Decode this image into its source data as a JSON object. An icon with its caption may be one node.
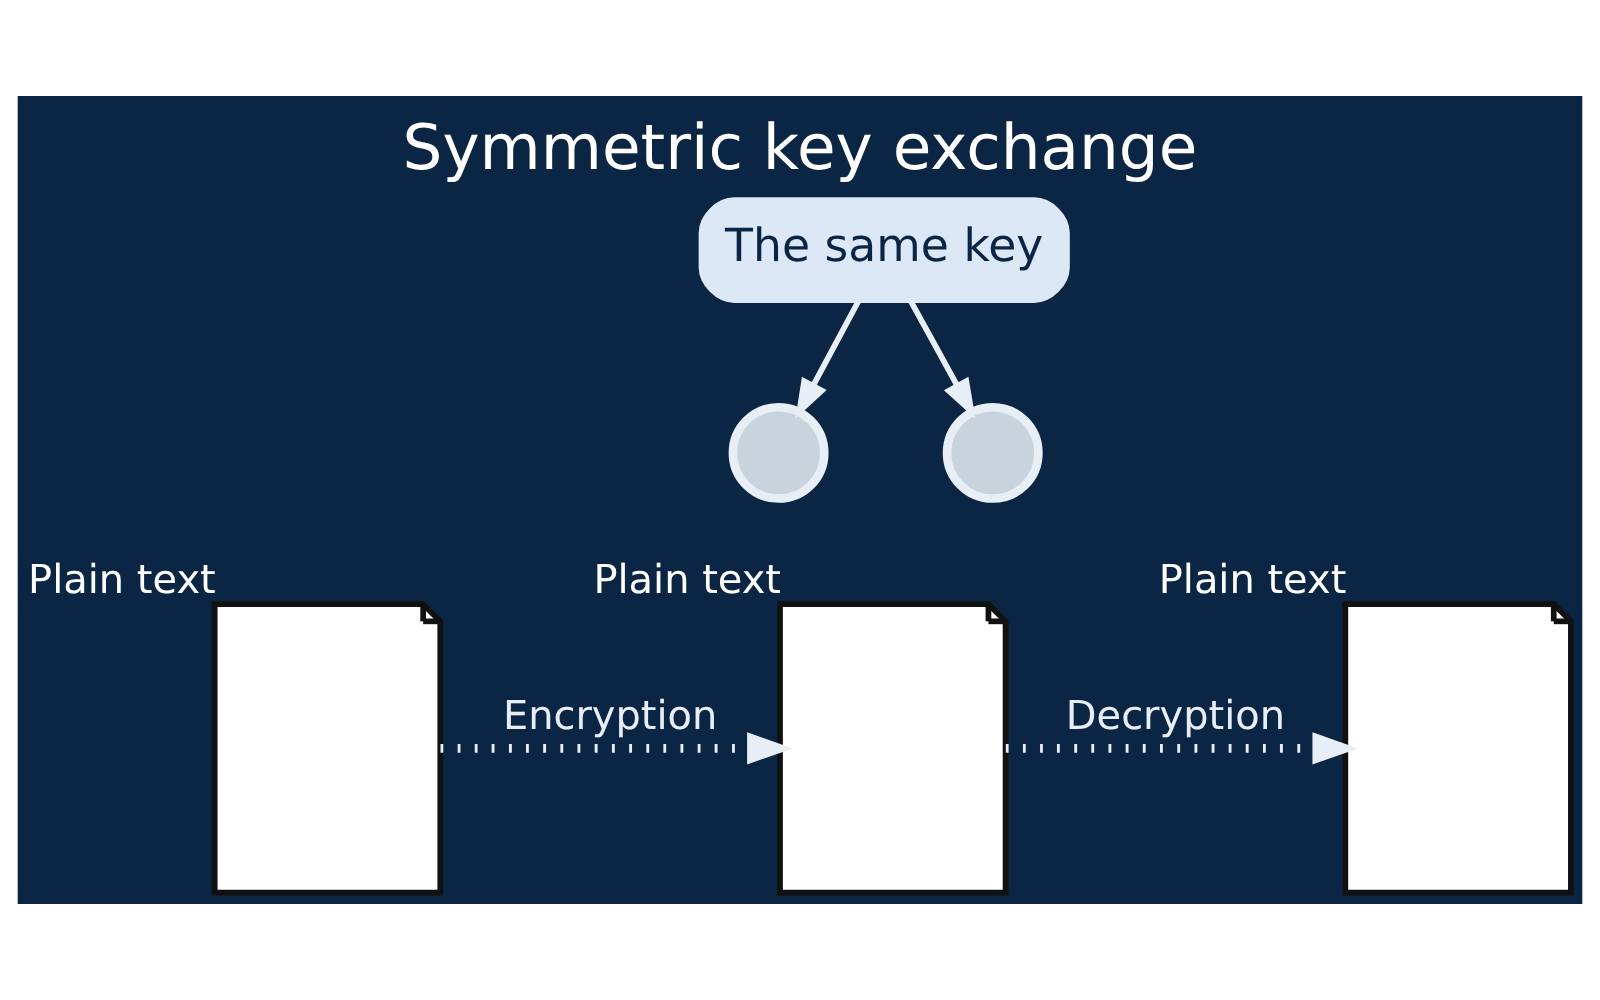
{
  "diagram": {
    "title": "Symmetric key exchange",
    "nodes": [
      {
        "text": [
          "The same key"
        ]
      },
      {
        "text": [],
        "shape": "key"
      },
      {
        "text": [],
        "shape": "key"
      },
      {
        "text": [],
        "shape": "document",
        "beside": [
          "Plain text"
        ]
      },
      {
        "text": [],
        "shape": "document",
        "beside": [
          "Plain text"
        ]
      },
      {
        "text": [],
        "shape": "document",
        "beside": [
          "Plain text"
        ]
      }
    ],
    "edges": [
      {
        "from": 0,
        "to": 1,
        "arrow": "to"
      },
      {
        "from": 0,
        "to": 2,
        "arrow": "to"
      },
      {
        "from": 3,
        "to": 4,
        "arrow": "to",
        "label": "Encryption",
        "style": "dashed"
      },
      {
        "from": 4,
        "to": 5,
        "arrow": "to",
        "label": "Decryption",
        "style": "dashed"
      }
    ]
  }
}
